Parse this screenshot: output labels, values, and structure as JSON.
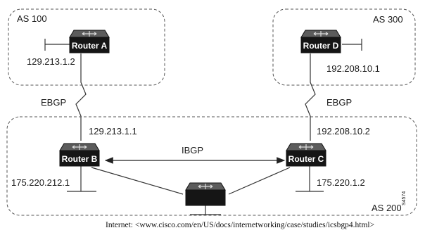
{
  "autonomous_systems": [
    {
      "label": "AS 100"
    },
    {
      "label": "AS 300"
    },
    {
      "label": "AS 200"
    }
  ],
  "routers": [
    {
      "name": "Router A"
    },
    {
      "name": "Router D"
    },
    {
      "name": "Router B"
    },
    {
      "name": "Router C"
    }
  ],
  "ip_addresses": {
    "router_a": "129.213.1.2",
    "router_d": "192.208.10.1",
    "router_b_upper": "129.213.1.1",
    "router_b_lower": "175.220.212.1",
    "router_c_upper": "192.208.10.2",
    "router_c_lower": "175.220.1.2"
  },
  "links": {
    "ebgp_left": "EBGP",
    "ebgp_right": "EBGP",
    "ibgp": "IBGP"
  },
  "figure_id": "S4574",
  "footer": "Internet: <www.cisco.com/en/US/docs/internetworking/case/studies/icsbgp4.html>",
  "colors": {
    "router_body": "#151515",
    "router_top": "#5c5c5c",
    "dashed_border": "#555555"
  }
}
